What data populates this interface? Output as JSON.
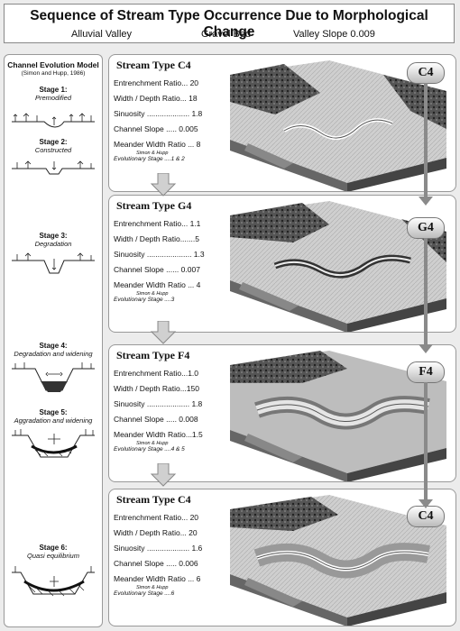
{
  "header": {
    "title": "Sequence of Stream Type Occurrence Due to Morphological Change",
    "valley": "Alluvial Valley",
    "bed": "Gravel Bed",
    "slope": "Valley Slope  0.009"
  },
  "cem": {
    "title": "Channel Evolution Model",
    "source": "(Simon and Hupp, 1986)",
    "stages": [
      {
        "title": "Stage 1:",
        "desc": "Premodified"
      },
      {
        "title": "Stage 2:",
        "desc": "Constructed"
      },
      {
        "title": "Stage 3:",
        "desc": "Degradation"
      },
      {
        "title": "Stage 4:",
        "desc": "Degradation and widening"
      },
      {
        "title": "Stage 5:",
        "desc": "Aggradation and widening"
      },
      {
        "title": "Stage 6:",
        "desc": "Quasi  equilibrium"
      }
    ]
  },
  "panels": [
    {
      "title": "Stream Type  C4",
      "badge": "C4",
      "rows": [
        "Entrenchment  Ratio... 20",
        "Width / Depth  Ratio... 18",
        "Sinuosity .................... 1.8",
        "Channel  Slope ..... 0.005",
        "Meander Width Ratio ... 8"
      ],
      "credit": "Simon & Hupp",
      "evo": "Evolutionary Stage ....1 & 2"
    },
    {
      "title": "Stream Type  G4",
      "badge": "G4",
      "rows": [
        "Entrenchment  Ratio... 1.1",
        "Width / Depth  Ratio.......5",
        "Sinuosity ..................... 1.3",
        "Channel  Slope ...... 0.007",
        "Meander Width Ratio ... 4"
      ],
      "credit": "Simon & Hupp",
      "evo": "Evolutionary Stage ....3"
    },
    {
      "title": "Stream Type  F4",
      "badge": "F4",
      "rows": [
        "Entrenchment  Ratio...1.0",
        "Width / Depth  Ratio...150",
        "Sinuosity .................... 1.8",
        "Channel  Slope ..... 0.008",
        "Meander Width Ratio...1.5"
      ],
      "credit": "Simon & Hupp",
      "evo": "Evolutionary Stage ....4 & 5"
    },
    {
      "title": "Stream Type  C4",
      "badge": "C4",
      "rows": [
        "Entrenchment  Ratio... 20",
        "Width / Depth  Ratio... 20",
        "Sinuosity .................... 1.6",
        "Channel  Slope ..... 0.006",
        "Meander Width Ratio ... 6"
      ],
      "credit": "Simon & Hupp",
      "evo": "Evolutionary Stage ....6"
    }
  ],
  "colors": {
    "arrow": "#8a8a8a",
    "terrain_dark": "#3a3a3a",
    "terrain_light": "#d9d9d9"
  }
}
